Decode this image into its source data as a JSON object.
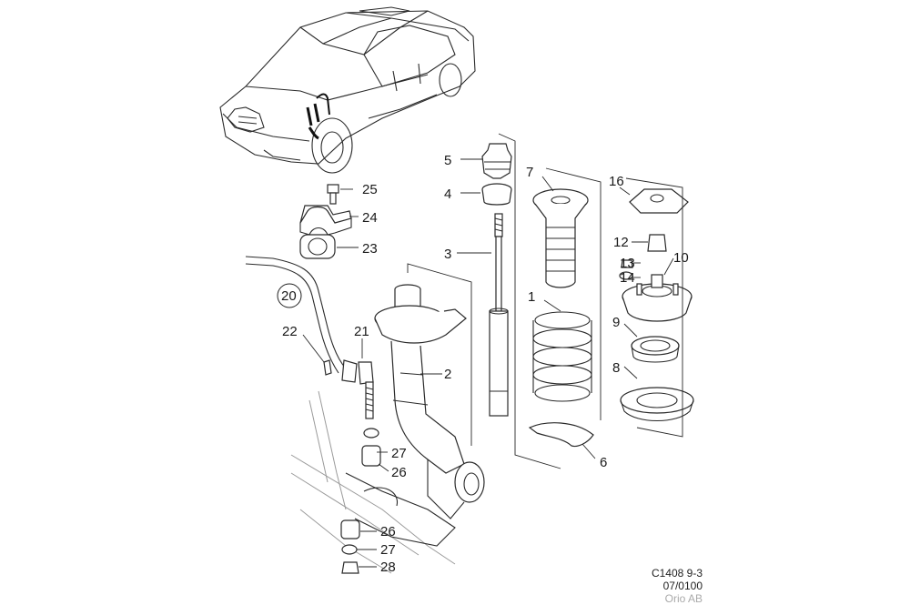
{
  "diagram": {
    "labels": [
      {
        "id": "p1",
        "text": "1"
      },
      {
        "id": "p2",
        "text": "2"
      },
      {
        "id": "p3",
        "text": "3"
      },
      {
        "id": "p4",
        "text": "4"
      },
      {
        "id": "p5",
        "text": "5"
      },
      {
        "id": "p6",
        "text": "6"
      },
      {
        "id": "p7",
        "text": "7"
      },
      {
        "id": "p8",
        "text": "8"
      },
      {
        "id": "p9",
        "text": "9"
      },
      {
        "id": "p10",
        "text": "10"
      },
      {
        "id": "p12",
        "text": "12"
      },
      {
        "id": "p13",
        "text": "13"
      },
      {
        "id": "p14",
        "text": "14"
      },
      {
        "id": "p16",
        "text": "16"
      },
      {
        "id": "p20",
        "text": "20"
      },
      {
        "id": "p21",
        "text": "21"
      },
      {
        "id": "p22",
        "text": "22"
      },
      {
        "id": "p23",
        "text": "23"
      },
      {
        "id": "p24",
        "text": "24"
      },
      {
        "id": "p25",
        "text": "25"
      },
      {
        "id": "p26a",
        "text": "26"
      },
      {
        "id": "p26b",
        "text": "26"
      },
      {
        "id": "p27a",
        "text": "27"
      },
      {
        "id": "p27b",
        "text": "27"
      },
      {
        "id": "p28",
        "text": "28"
      }
    ]
  },
  "footer": {
    "code": "C1408 9-3",
    "date": "07/0100",
    "owner": "Orio AB"
  }
}
